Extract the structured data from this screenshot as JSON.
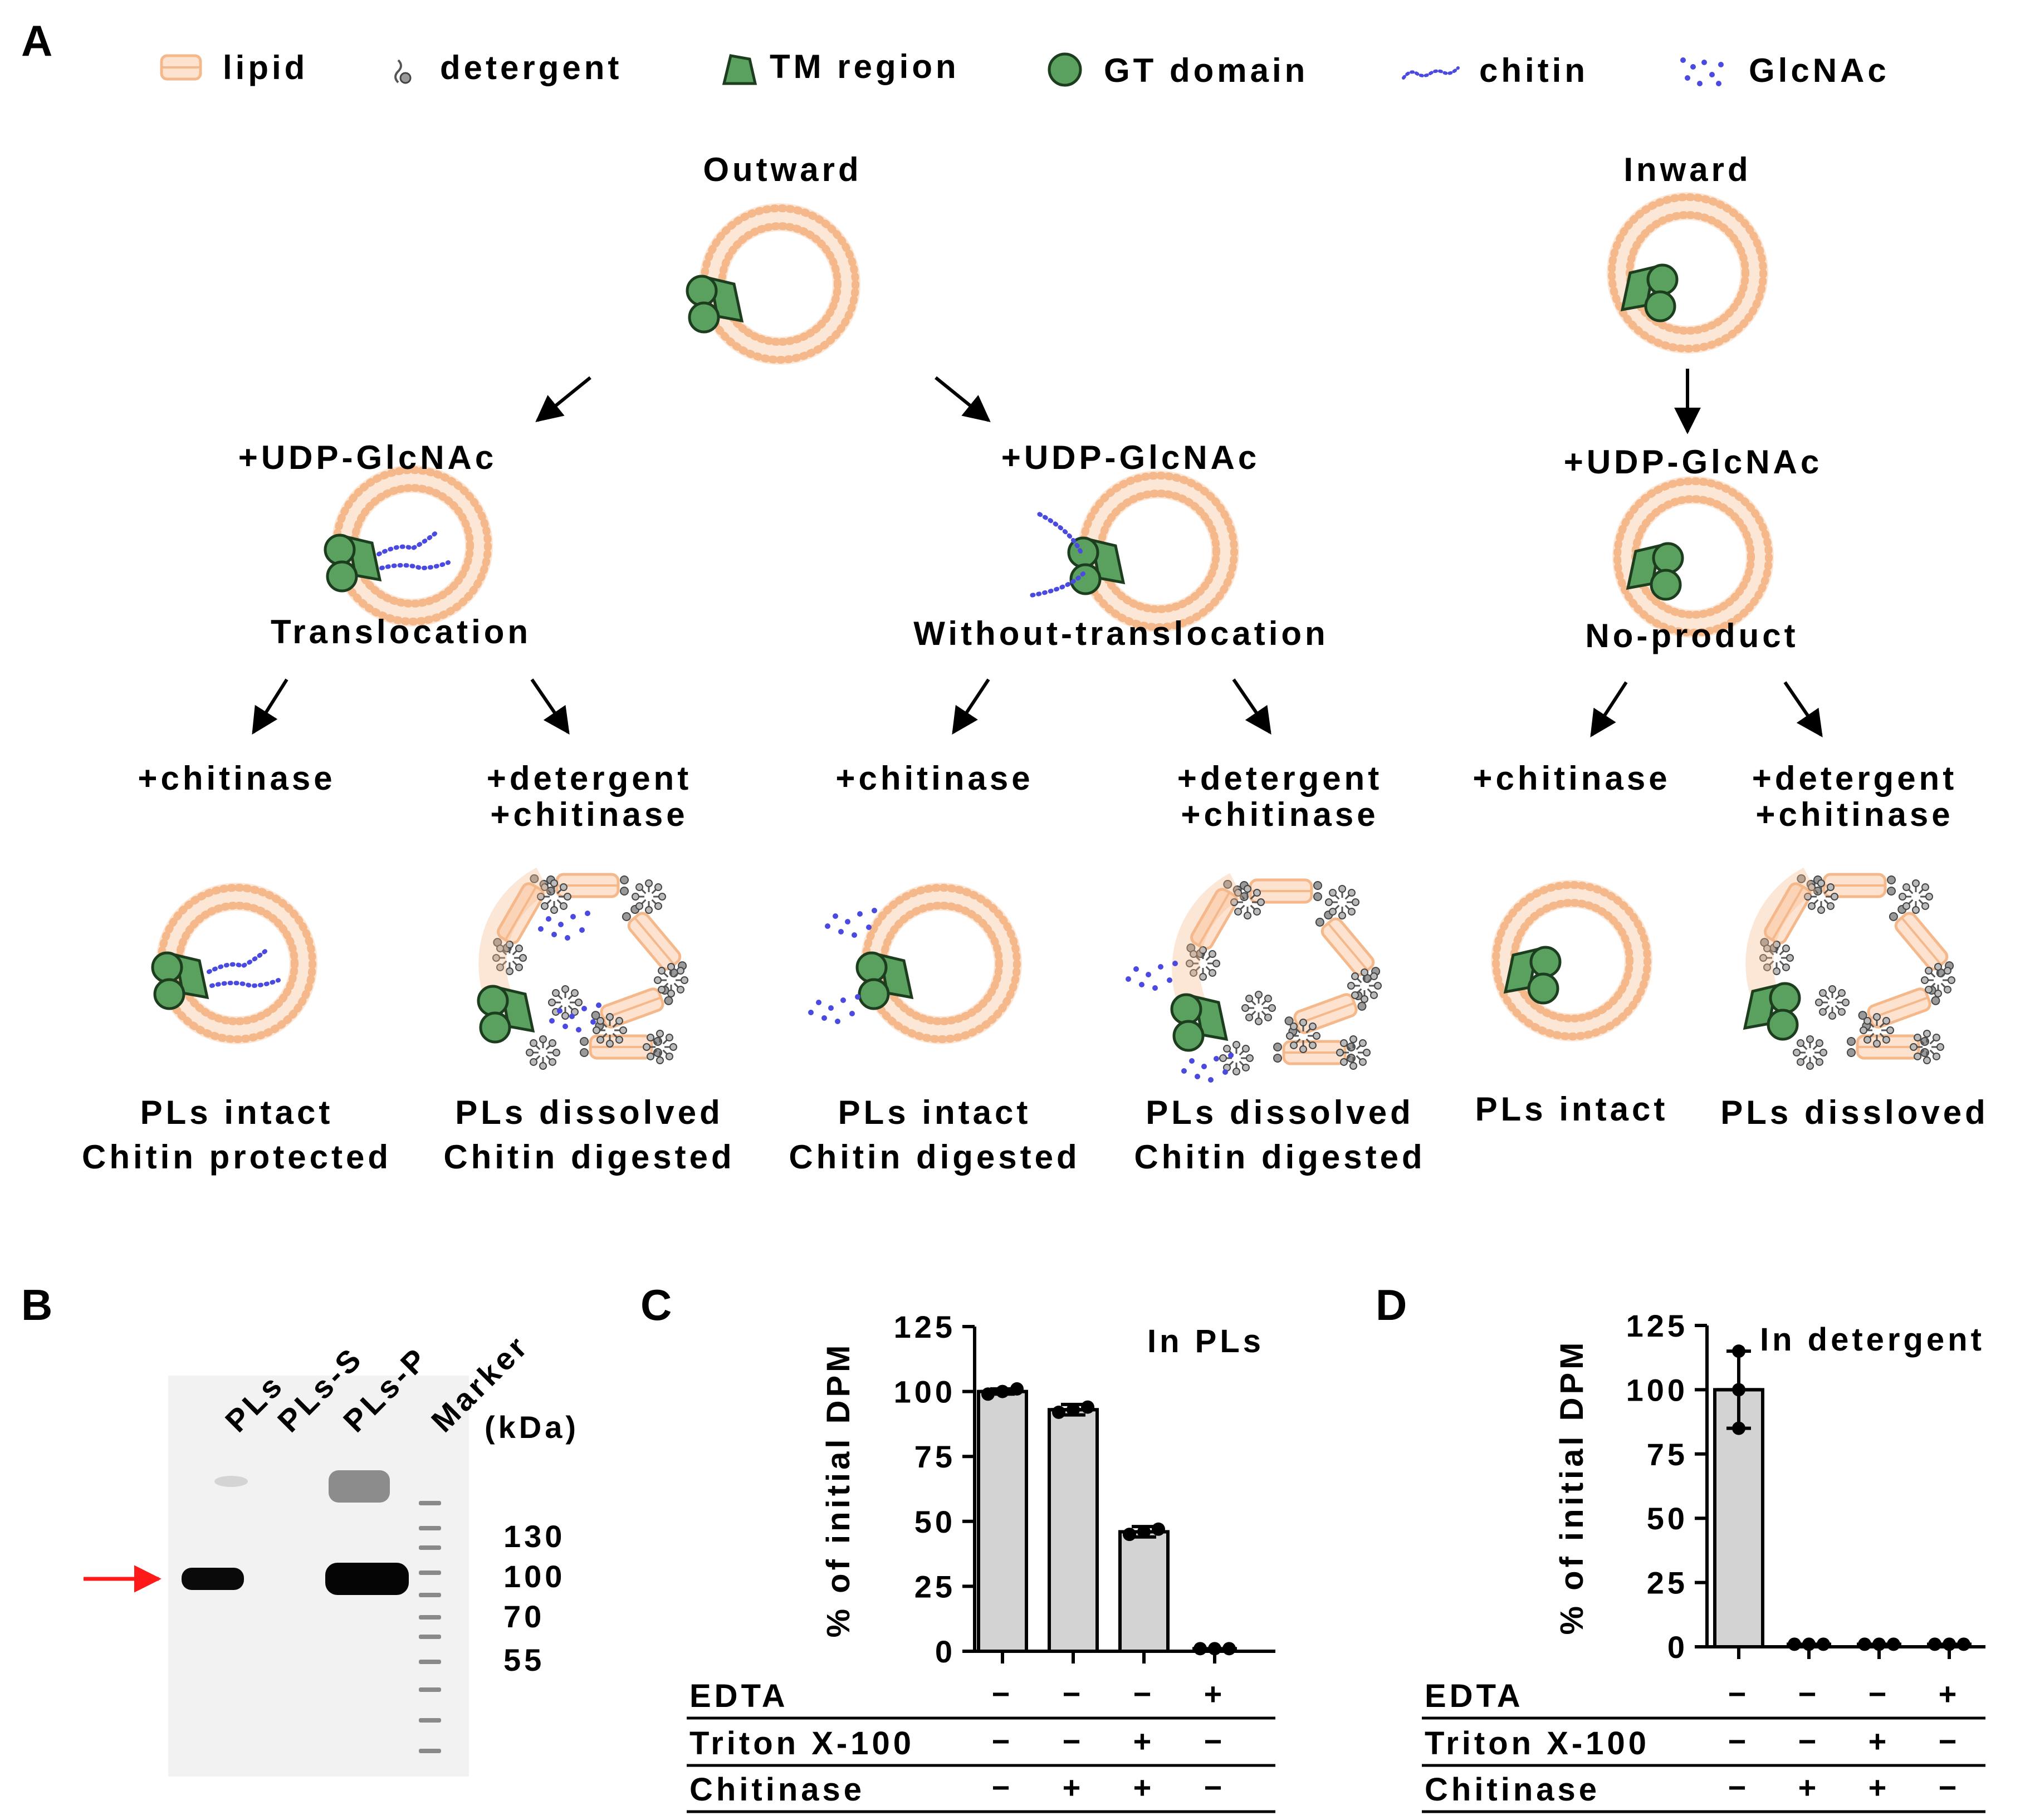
{
  "panel_labels": {
    "a": "A",
    "b": "B",
    "c": "C",
    "d": "D"
  },
  "legend": {
    "lipid": "lipid",
    "detergent": "detergent",
    "tm_region": "TM region",
    "gt_domain": "GT domain",
    "chitin": "chitin",
    "glcnac": "GlcNAc"
  },
  "scheme": {
    "outward": "Outward",
    "inward": "Inward",
    "udp_1": "+UDP-GlcNAc",
    "udp_2": "+UDP-GlcNAc",
    "udp_3": "+UDP-GlcNAc",
    "translocation": "Translocation",
    "without_translocation": "Without-translocation",
    "no_product": "No-product",
    "chitinase_1": "+chitinase",
    "chitinase_2": "+chitinase",
    "chitinase_3": "+chitinase",
    "det_1a": "+detergent",
    "det_1b": "+chitinase",
    "det_2a": "+detergent",
    "det_2b": "+chitinase",
    "det_3a": "+detergent",
    "det_3b": "+chitinase",
    "r1a": "PLs intact",
    "r1b": "Chitin protected",
    "r2a": "PLs dissolved",
    "r2b": "Chitin digested",
    "r3a": "PLs intact",
    "r3b": "Chitin digested",
    "r4a": "PLs dissolved",
    "r4b": "Chitin digested",
    "r5a": "PLs intact",
    "r6a": "PLs dissloved"
  },
  "colors": {
    "lipid": "#f5b88a",
    "protein": "#5aa05e",
    "chitin": "#4a4ae0",
    "detergent": "#888888",
    "bar": "#d3d3d3",
    "arrow_red": "#ff1a1a"
  },
  "gel": {
    "lanes": [
      "PLs",
      "PLs-S",
      "PLs-P",
      "Marker"
    ],
    "unit": "(kDa)",
    "markers": [
      "130",
      "100",
      "70",
      "55"
    ]
  },
  "chart_data": [
    {
      "type": "bar",
      "panel": "C",
      "annotation": "In PLs",
      "ylabel": "% of initial DPM",
      "ylim": [
        0,
        125
      ],
      "yticks": [
        0,
        25,
        50,
        75,
        100,
        125
      ],
      "values": [
        100,
        93,
        46,
        1
      ],
      "error": [
        1,
        2,
        2,
        0.5
      ],
      "points": [
        [
          99,
          100,
          101
        ],
        [
          92,
          93,
          94
        ],
        [
          45,
          46,
          47
        ],
        [
          1,
          1,
          1
        ]
      ],
      "conditions": [
        {
          "name": "EDTA",
          "signs": [
            "−",
            "−",
            "−",
            "+"
          ]
        },
        {
          "name": "Triton X-100",
          "signs": [
            "−",
            "−",
            "+",
            "−"
          ]
        },
        {
          "name": "Chitinase",
          "signs": [
            "−",
            "+",
            "+",
            "−"
          ]
        }
      ]
    },
    {
      "type": "bar",
      "panel": "D",
      "annotation": "In detergent",
      "ylabel": "% of initial DPM",
      "ylim": [
        0,
        125
      ],
      "yticks": [
        0,
        25,
        50,
        75,
        100,
        125
      ],
      "values": [
        100,
        1,
        1,
        1
      ],
      "error": [
        15,
        0.3,
        0.3,
        0.3
      ],
      "points": [
        [
          115,
          100,
          85
        ],
        [
          1,
          1,
          1
        ],
        [
          1,
          1,
          1
        ],
        [
          1,
          1,
          1
        ]
      ],
      "conditions": [
        {
          "name": "EDTA",
          "signs": [
            "−",
            "−",
            "−",
            "+"
          ]
        },
        {
          "name": "Triton X-100",
          "signs": [
            "−",
            "−",
            "+",
            "−"
          ]
        },
        {
          "name": "Chitinase",
          "signs": [
            "−",
            "+",
            "+",
            "−"
          ]
        }
      ]
    }
  ]
}
